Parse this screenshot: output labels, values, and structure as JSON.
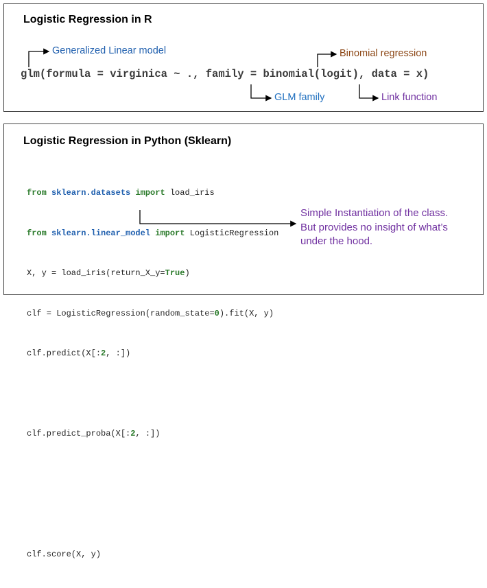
{
  "r_panel": {
    "title": "Logistic Regression in R",
    "code": "glm(formula = virginica ~ ., family = binomial(logit), data = x)",
    "annotations": {
      "glm": "Generalized Linear model",
      "binomial": "Binomial regression",
      "family": "GLM family",
      "link": "Link function"
    }
  },
  "python_panel": {
    "title": "Logistic Regression in Python (Sklearn)",
    "code_lines": [
      {
        "kw1": "from",
        "mod": "sklearn.datasets",
        "kw2": "import",
        "rest": "load_iris"
      },
      {
        "kw1": "from",
        "mod": "sklearn.linear_model",
        "kw2": "import",
        "rest": "LogisticRegression"
      },
      {
        "pre": "X, y = load_iris(return_X_y=",
        "lit": "True",
        "post": ")"
      },
      {
        "pre": "clf = LogisticRegression(random_state=",
        "lit": "0",
        "post": ").fit(X, y)"
      },
      {
        "pre": "clf.predict(X[:",
        "lit": "2",
        "post": ", :])"
      },
      {
        "pre": "clf.predict_proba(X[:",
        "lit": "2",
        "post": ", :])"
      },
      {
        "pre": "clf.score(X, y)"
      }
    ],
    "note_lines": [
      "Simple Instantiation of the class.",
      "But provides no insight of what’s",
      "under the hood."
    ]
  },
  "colors": {
    "glm_annotation": "#1f5fae",
    "binomial_annotation": "#8b4513",
    "family_annotation": "#1f6fbf",
    "link_annotation": "#7030a0",
    "note": "#7030a0",
    "keyword": "#2a7a2a",
    "module": "#1f5fae"
  }
}
